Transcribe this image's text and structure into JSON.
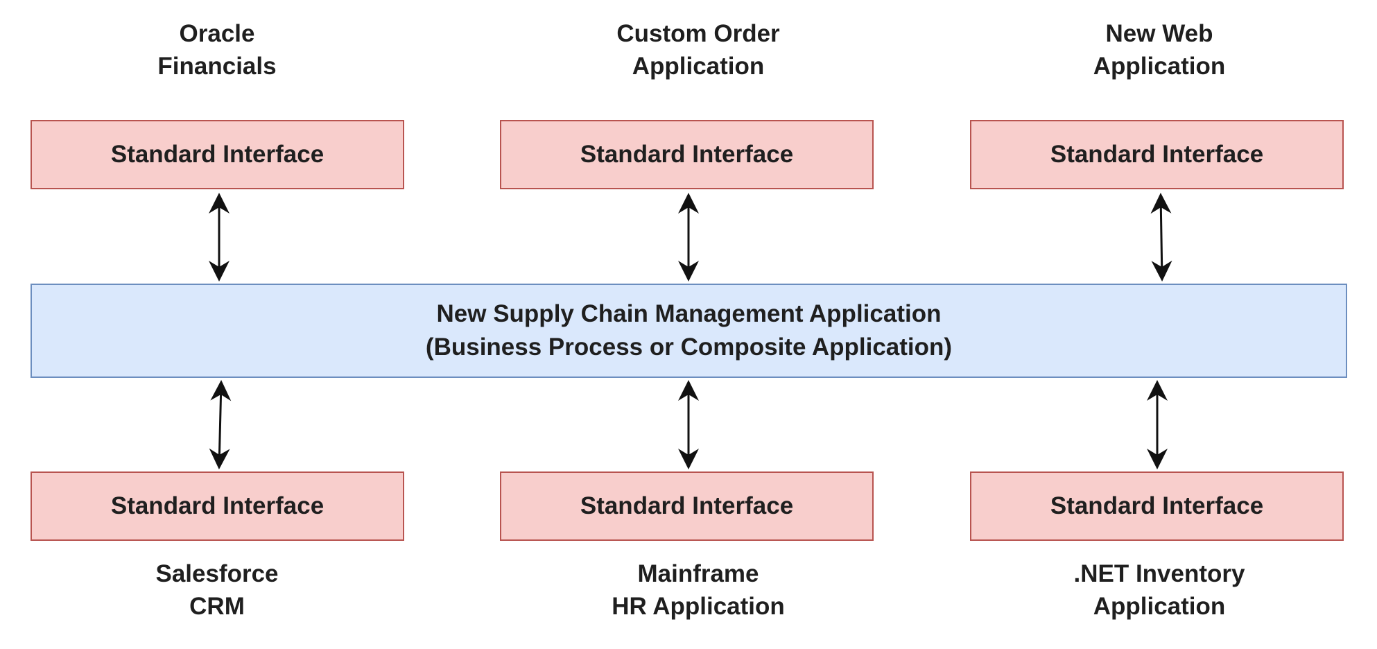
{
  "top_apps": [
    {
      "label": "Oracle\nFinancials",
      "interface": "Standard Interface"
    },
    {
      "label": "Custom Order\nApplication",
      "interface": "Standard Interface"
    },
    {
      "label": "New Web\nApplication",
      "interface": "Standard Interface"
    }
  ],
  "center": {
    "line1": "New Supply Chain Management Application",
    "line2": "(Business Process or Composite Application)"
  },
  "bottom_apps": [
    {
      "label": "Salesforce\nCRM",
      "interface": "Standard Interface"
    },
    {
      "label": "Mainframe\nHR Application",
      "interface": "Standard Interface"
    },
    {
      "label": ".NET Inventory\nApplication",
      "interface": "Standard Interface"
    }
  ],
  "colors": {
    "interface_fill": "#f8cecc",
    "interface_border": "#b85450",
    "center_fill": "#dae8fc",
    "center_border": "#6c8ebf"
  }
}
